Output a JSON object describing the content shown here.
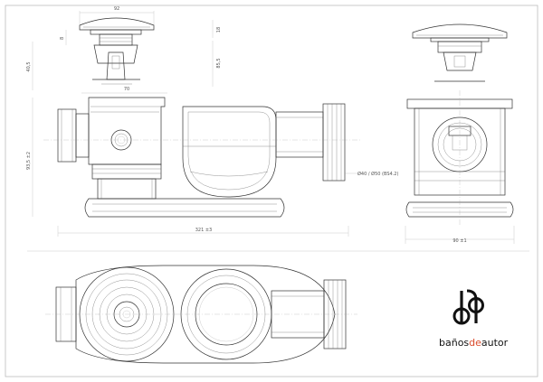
{
  "dimensions": {
    "top_width": "92",
    "cap_height": "8",
    "cap_right": "18",
    "body_height": "40,5",
    "inner_height": "85,5",
    "body_width": "70",
    "total_height": "93,5 ±2",
    "total_length": "321 ±3",
    "side_width": "90 ±1",
    "outlet_note": "Ø40 / Ø50 (BS4.2)"
  },
  "brand": {
    "name_left": "baños",
    "name_mid": "de",
    "name_right": "autor",
    "accent_color": "#d94a2b"
  }
}
